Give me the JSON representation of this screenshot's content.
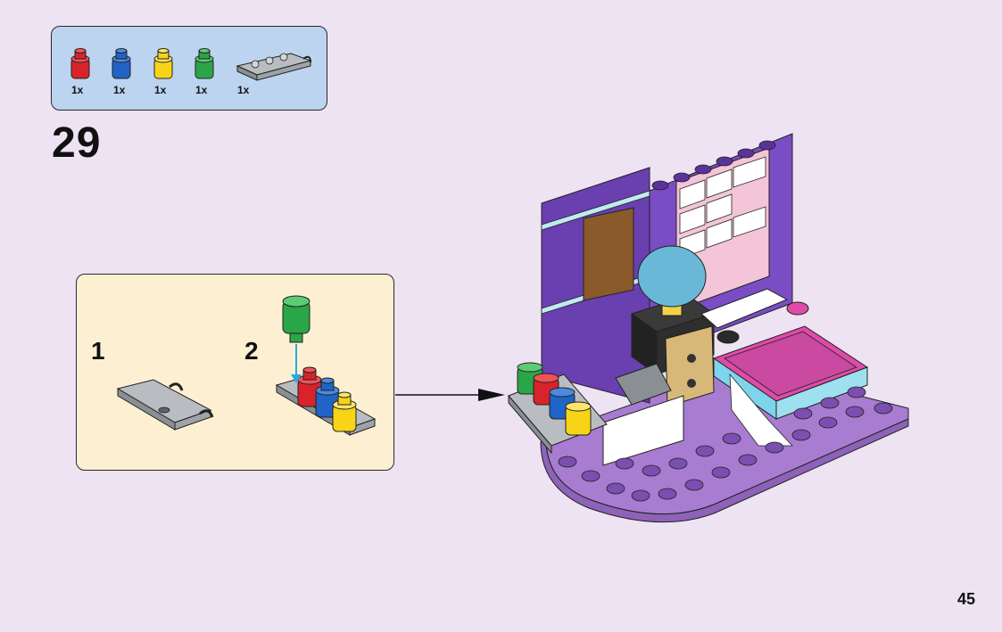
{
  "parts_list": {
    "items": [
      {
        "name": "red round brick 1x1",
        "color": "#d8232a",
        "qty": "1x"
      },
      {
        "name": "blue round brick 1x1",
        "color": "#1f64c6",
        "qty": "1x"
      },
      {
        "name": "yellow round brick 1x1",
        "color": "#f7d417",
        "qty": "1x"
      },
      {
        "name": "green round brick 1x1",
        "color": "#2aa548",
        "qty": "1x"
      },
      {
        "name": "grey plate with clips",
        "color": "#9ea3a8",
        "qty": "1x"
      }
    ]
  },
  "step": {
    "number": "29"
  },
  "substeps": [
    {
      "label": "1"
    },
    {
      "label": "2"
    }
  ],
  "page": {
    "number": "45"
  },
  "colors": {
    "background": "#ede3f2",
    "parts_box": "#bcd4ef",
    "substep_box": "#fdf0d2",
    "purple_wall": "#6a3fb0",
    "lavender_base": "#a87cd0",
    "magenta": "#e04aa8"
  }
}
